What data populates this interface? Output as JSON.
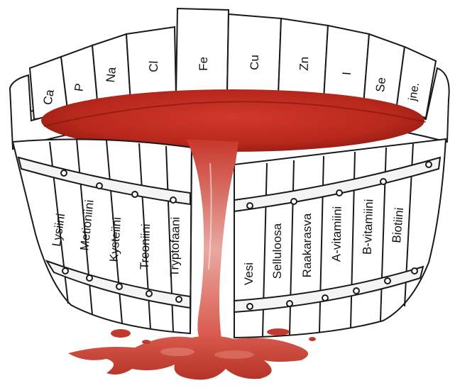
{
  "rim_staves": [
    {
      "label": "Ca"
    },
    {
      "label": "P"
    },
    {
      "label": "Na"
    },
    {
      "label": "Cl"
    },
    {
      "label": "Fe"
    },
    {
      "label": "Cu"
    },
    {
      "label": "Zn"
    },
    {
      "label": "I"
    },
    {
      "label": "Se"
    },
    {
      "label": "jne."
    }
  ],
  "body_staves_left": [
    {
      "label": "Lysiini"
    },
    {
      "label": "Metioniini"
    },
    {
      "label": "Kysteiini"
    },
    {
      "label": "Treoniini"
    },
    {
      "label": "Tryptofaani"
    }
  ],
  "body_staves_right": [
    {
      "label": "Vesi"
    },
    {
      "label": "Selluloosa"
    },
    {
      "label": "Raakarasva"
    },
    {
      "label": "A-vitamiini"
    },
    {
      "label": "B-vitamiini"
    },
    {
      "label": "Biotiini"
    }
  ],
  "colors": {
    "liquid": "#b8281c",
    "liquid_light": "#e58a80",
    "wood": "#ffffff",
    "outline": "#1a1a1a",
    "band": "#f4f4f4"
  }
}
